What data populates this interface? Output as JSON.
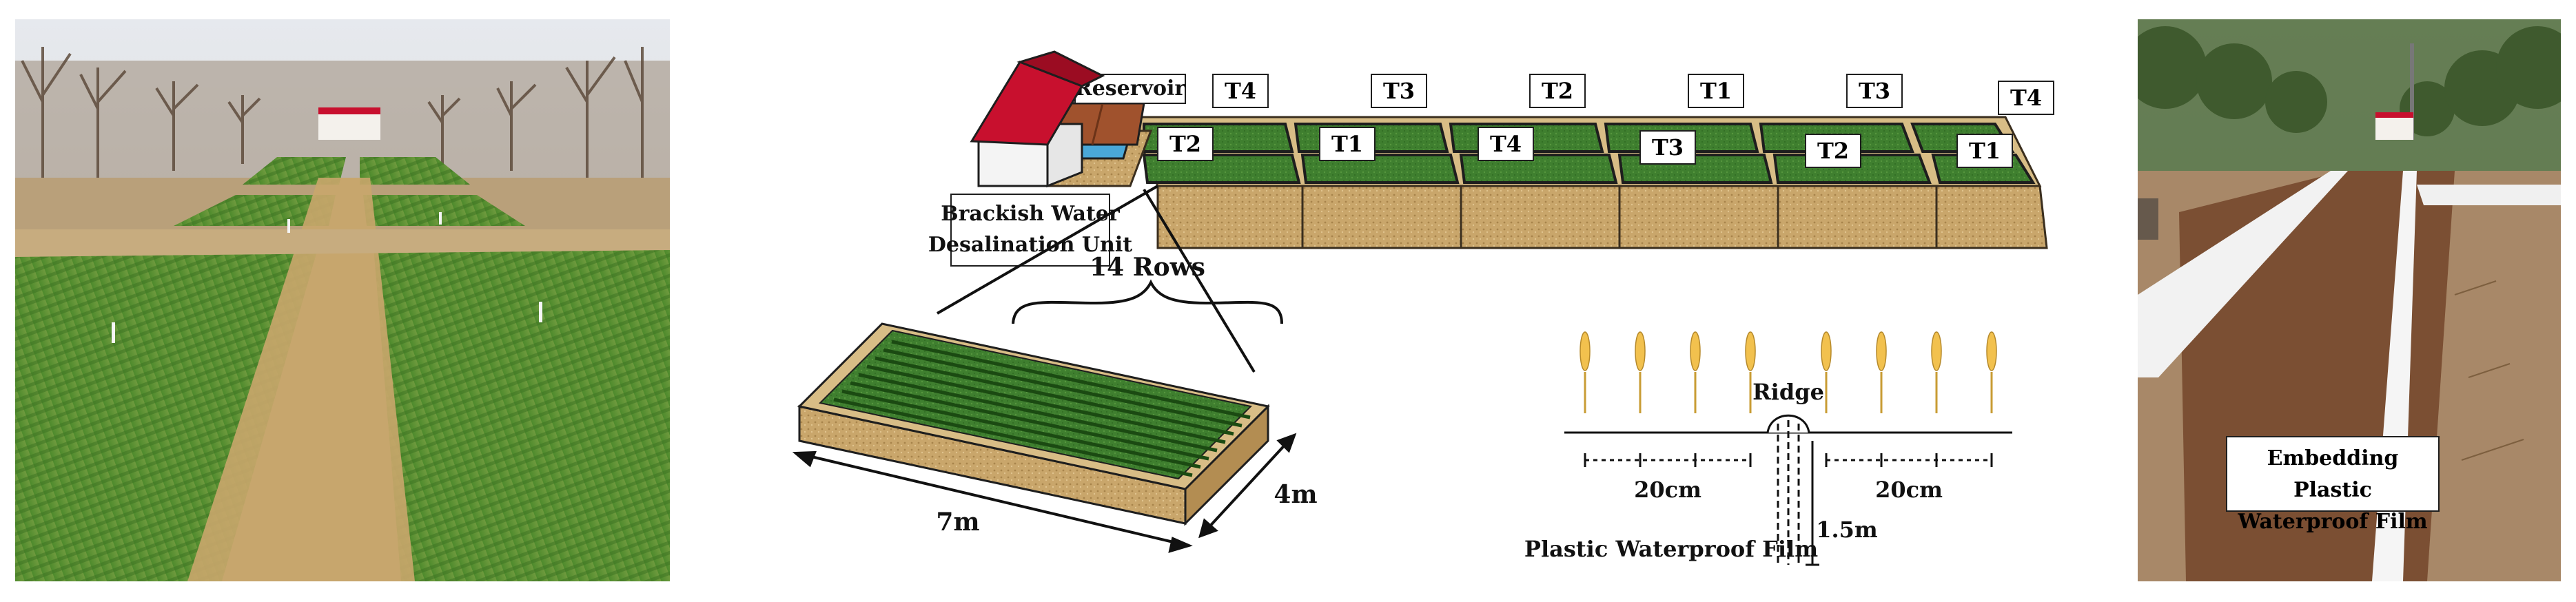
{
  "labels": {
    "reservoir": "Reservoir",
    "desalination_line1": "Brackish Water",
    "desalination_line2": "Desalination Unit",
    "rows": "14 Rows",
    "length": "7m",
    "width": "4m",
    "ridge": "Ridge",
    "spacing_left": "20cm",
    "spacing_right": "20cm",
    "depth": "1.5m",
    "film": "Plastic Waterproof Film",
    "embedding_line1": "Embedding Plastic",
    "embedding_line2": "Waterproof Film"
  },
  "treatments": {
    "back": [
      "T4",
      "T3",
      "T2",
      "T1",
      "T3",
      "T4"
    ],
    "front": [
      "T2",
      "T1",
      "T4",
      "T3",
      "T2",
      "T1"
    ]
  },
  "colors": {
    "crop": "#3f7f2f",
    "soil": "#c9a66b",
    "roof": "#c8102e",
    "reservoir_roof": "#a0522d",
    "water": "#4aa8d8",
    "wheat": "#f2c14e"
  }
}
